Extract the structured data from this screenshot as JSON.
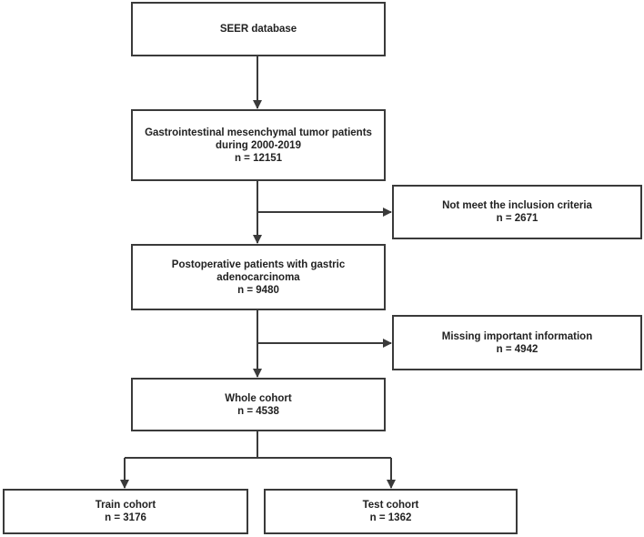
{
  "colors": {
    "border": "#3a3a3a",
    "text": "#222222",
    "background": "#ffffff"
  },
  "boxes": {
    "seer": {
      "lines": [
        "SEER database"
      ]
    },
    "gist": {
      "lines": [
        "Gastrointestinal mesenchymal tumor patients",
        "during 2000-2019",
        "n = 12151"
      ]
    },
    "excl1": {
      "lines": [
        "Not meet the inclusion criteria",
        "n = 2671"
      ]
    },
    "postop": {
      "lines": [
        "Postoperative patients with gastric",
        "adenocarcinoma",
        "n = 9480"
      ]
    },
    "excl2": {
      "lines": [
        "Missing important information",
        "n = 4942"
      ]
    },
    "whole": {
      "lines": [
        "Whole cohort",
        "n = 4538"
      ]
    },
    "train": {
      "lines": [
        "Train cohort",
        "n = 3176"
      ]
    },
    "test": {
      "lines": [
        "Test cohort",
        "n = 1362"
      ]
    }
  }
}
